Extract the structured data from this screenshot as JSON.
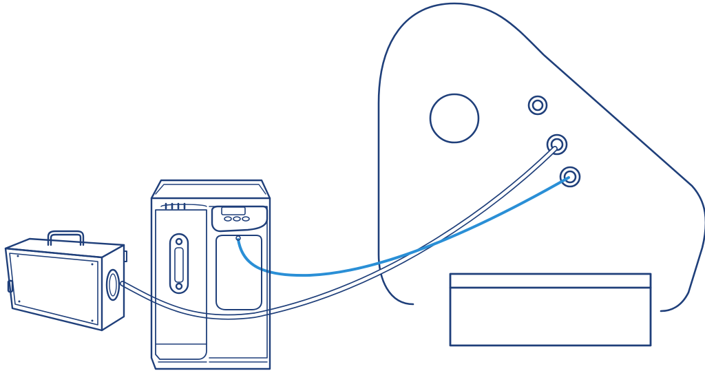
{
  "diagram": {
    "components": [
      {
        "id": "air-compressor",
        "kind": "portable case unit with carry handle"
      },
      {
        "id": "oxygen-concentrator",
        "kind": "tower unit with display panel and flowmeter"
      },
      {
        "id": "hyperbaric-chamber",
        "kind": "rounded triangular chamber end panel with viewport and three ports"
      },
      {
        "id": "chamber-base",
        "kind": "rectangular base"
      }
    ],
    "connections": [
      {
        "from": "air-compressor",
        "to": "hyperbaric-chamber",
        "style": "double-line tube"
      },
      {
        "from": "oxygen-concentrator",
        "to": "hyperbaric-chamber",
        "style": "blue oxygen tube"
      }
    ]
  },
  "colors": {
    "outline": "#1f3f7a",
    "oxygen_tube": "#2a8fd6",
    "background": "#ffffff"
  }
}
